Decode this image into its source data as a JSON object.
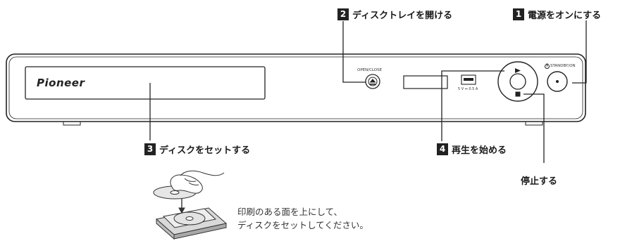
{
  "device": {
    "brand": "Pioneer",
    "open_close_label": "OPEN/CLOSE",
    "standby_label": "STANDBY/ON",
    "usb_label": "5 V ⎓ 0.5 A"
  },
  "callouts": [
    {
      "num": "1",
      "text": "電源をオンにする"
    },
    {
      "num": "2",
      "text": "ディスクトレイを開ける"
    },
    {
      "num": "3",
      "text": "ディスクをセットする"
    },
    {
      "num": "4",
      "text": "再生を始める"
    }
  ],
  "stop_label": "停止する",
  "note_lines": [
    "印刷のある面を上にして、",
    "ディスクをセットしてください。"
  ]
}
